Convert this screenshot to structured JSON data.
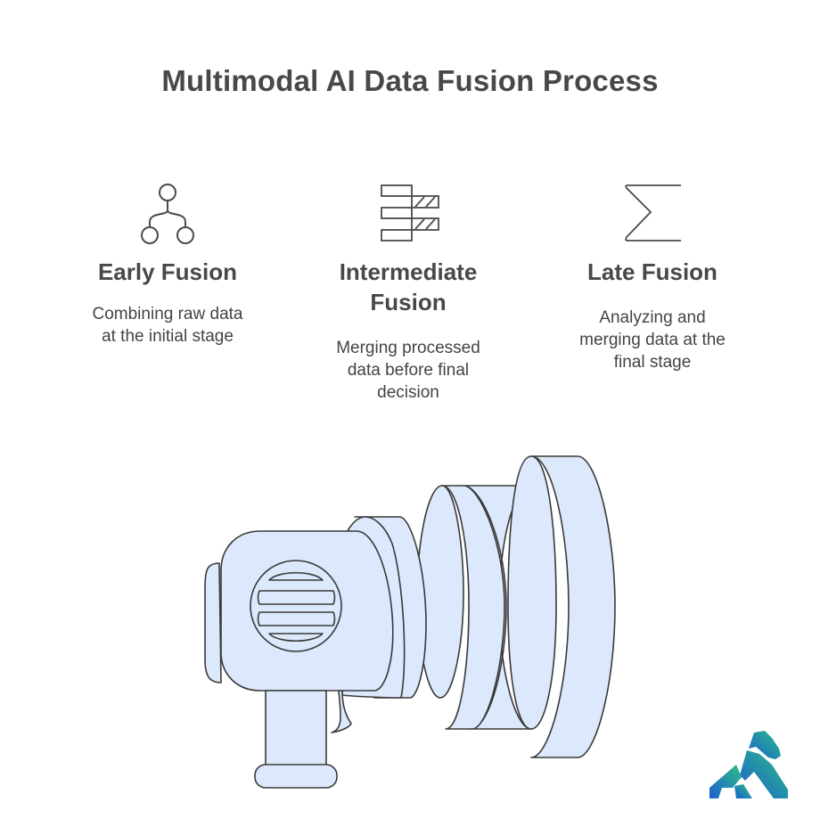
{
  "title": "Multimodal AI Data Fusion Process",
  "stages": [
    {
      "name": "Early Fusion",
      "description_lines": [
        "Combining raw data",
        "at the initial stage"
      ],
      "icon": "hierarchy-tree-icon"
    },
    {
      "name_lines": [
        "Intermediate",
        "Fusion"
      ],
      "description_lines": [
        "Merging processed",
        "data before final",
        "decision"
      ],
      "icon": "layered-blocks-icon"
    },
    {
      "name": "Late Fusion",
      "description_lines": [
        "Analyzing and",
        "merging data at the",
        "final stage"
      ],
      "icon": "sigma-sum-icon"
    }
  ],
  "illustration": "megaphone-icon",
  "logo": "gorilla-logo-icon",
  "colors": {
    "text_dark": "#484848",
    "fill_light_blue": "#dce8fc",
    "stroke": "#3a3a3a",
    "logo_gradient_start": "#1a5fd0",
    "logo_gradient_end": "#2dbf84"
  }
}
